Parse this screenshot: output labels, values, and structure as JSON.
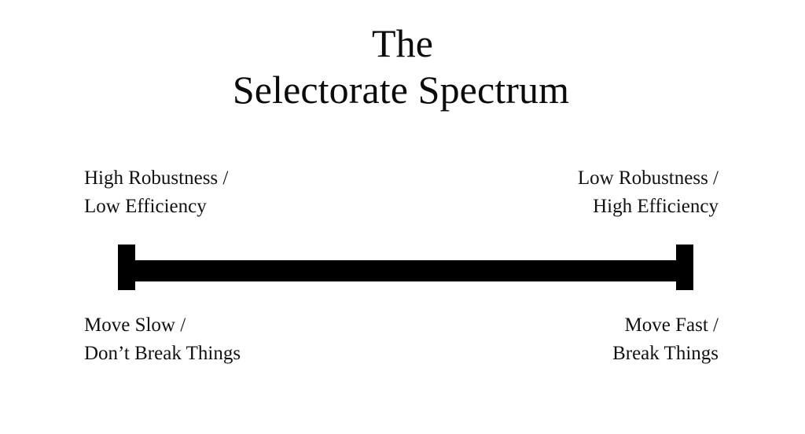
{
  "slide": {
    "background_color": "#ffffff",
    "text_color": "#000000"
  },
  "title": {
    "line1": "The",
    "line2": "Selectorate Spectrum",
    "full": "The Selectorate Spectrum"
  },
  "labels": {
    "top_left": {
      "line1": "High Robustness /",
      "line2": "Low Efficiency",
      "align": "left"
    },
    "top_right": {
      "line1": "Low Robustness /",
      "line2": "High Efficiency",
      "align": "right"
    },
    "bottom_left": {
      "line1": "Move Slow /",
      "line2": "Don’t Break Things",
      "align": "left"
    },
    "bottom_right": {
      "line1": "Move Fast /",
      "line2": "Break Things",
      "align": "right"
    }
  },
  "spectrum_bar": {
    "name": "spectrum-axis",
    "color": "#000000",
    "left_endpoint_label": "High Robustness / Low Efficiency",
    "right_endpoint_label": "Low Robustness / High Efficiency"
  }
}
